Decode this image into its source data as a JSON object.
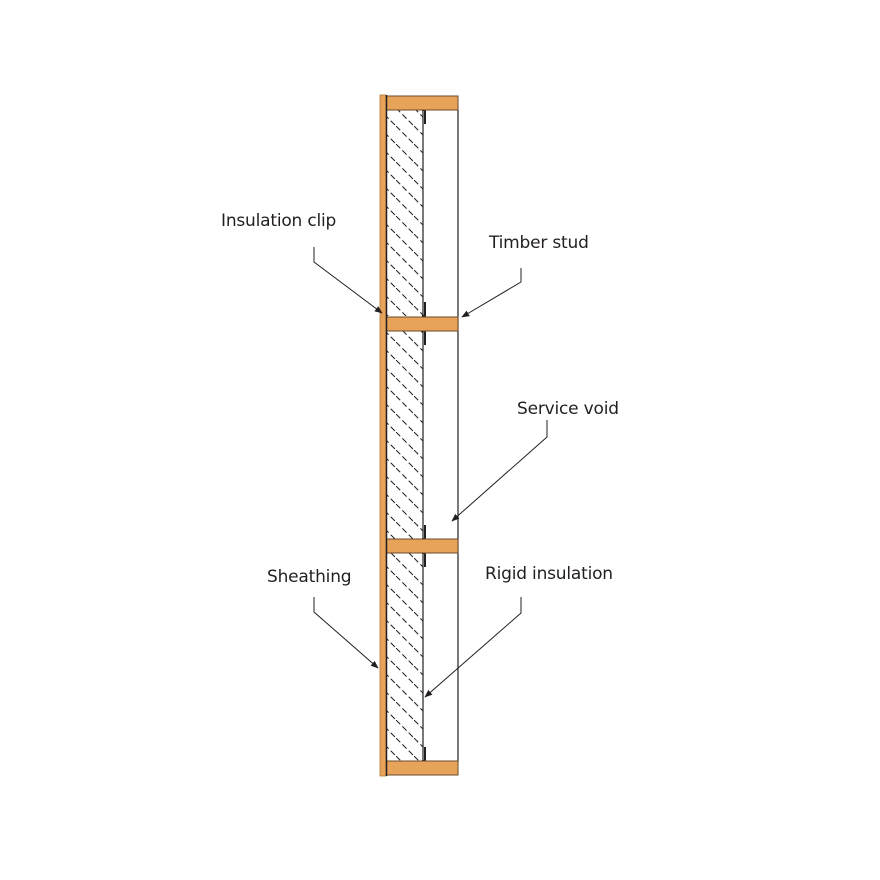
{
  "diagram": {
    "type": "section-detail",
    "subject": "Timber stud wall with rigid insulation, sheathing and service void",
    "colors": {
      "timber": "#e8a35a",
      "timber_edge": "#6b4a2a",
      "line": "#231f20",
      "background": "#ffffff"
    },
    "labels": {
      "insulation_clip": "Insulation clip",
      "timber_stud": "Timber stud",
      "service_void": "Service void",
      "sheathing": "Sheathing",
      "rigid_insulation": "Rigid insulation"
    }
  }
}
